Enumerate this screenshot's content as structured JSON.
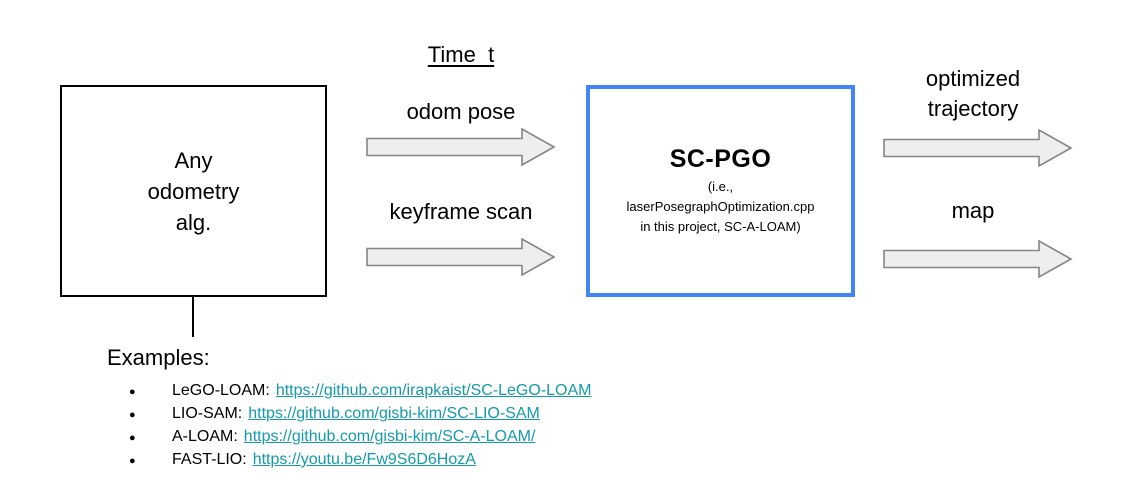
{
  "diagram": {
    "time_label": "Time_t",
    "left_box": {
      "lines": [
        "Any",
        "odometry",
        "alg."
      ]
    },
    "input_arrows": [
      {
        "label": "odom pose"
      },
      {
        "label": "keyframe scan"
      }
    ],
    "center_box": {
      "title": "SC-PGO",
      "subtitle_lines": [
        "(i.e.,",
        "laserPosegraphOptimization.cpp",
        "in this project, SC-A-LOAM)"
      ]
    },
    "output_arrows": [
      {
        "lines": [
          "optimized",
          "trajectory"
        ]
      },
      {
        "lines": [
          "map"
        ]
      }
    ],
    "examples": {
      "heading": "Examples:",
      "bullet": "●",
      "items": [
        {
          "name": "LeGO-LOAM:",
          "url": "https://github.com/irapkaist/SC-LeGO-LOAM"
        },
        {
          "name": "LIO-SAM:",
          "url": "https://github.com/gisbi-kim/SC-LIO-SAM"
        },
        {
          "name": "A-LOAM:",
          "url": "https://github.com/gisbi-kim/SC-A-LOAM/"
        },
        {
          "name": "FAST-LIO:",
          "url": "https://youtu.be/Fw9S6D6HozA"
        }
      ]
    },
    "colors": {
      "accent_blue": "#4285f4",
      "link_teal": "#149aaa",
      "arrow_fill": "#eeeeee",
      "arrow_stroke": "#858585"
    }
  }
}
